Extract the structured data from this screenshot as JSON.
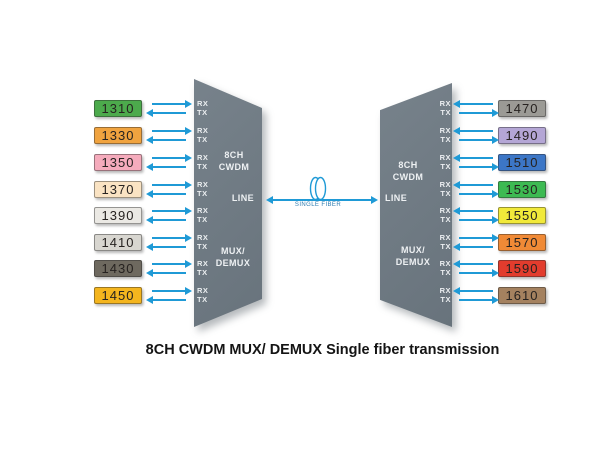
{
  "title": "8CH CWDM MUX/ DEMUX Single fiber transmission",
  "colors": {
    "arrow": "#1f9ad6",
    "device": "#6f7a82"
  },
  "device": {
    "title_line1": "8CH",
    "title_line2": "CWDM",
    "line_port": "LINE",
    "mux_line1": "MUX/",
    "mux_line2": "DEMUX"
  },
  "fiber": {
    "label": "SINGLE FIBER"
  },
  "ports": {
    "rx": "RX",
    "tx": "TX"
  },
  "left_channels": [
    {
      "wavelength": "1310",
      "color": "#4caa4c",
      "rx_dir": "right",
      "tx_dir": "left"
    },
    {
      "wavelength": "1330",
      "color": "#f0a33f",
      "rx_dir": "right",
      "tx_dir": "left"
    },
    {
      "wavelength": "1350",
      "color": "#f5abbc",
      "rx_dir": "right",
      "tx_dir": "left"
    },
    {
      "wavelength": "1370",
      "color": "#fae3c3",
      "rx_dir": "right",
      "tx_dir": "left"
    },
    {
      "wavelength": "1390",
      "color": "#ebe9e4",
      "rx_dir": "right",
      "tx_dir": "left"
    },
    {
      "wavelength": "1410",
      "color": "#d8d6d0",
      "rx_dir": "right",
      "tx_dir": "left"
    },
    {
      "wavelength": "1430",
      "color": "#6e695f",
      "rx_dir": "right",
      "tx_dir": "left"
    },
    {
      "wavelength": "1450",
      "color": "#f4b51e",
      "rx_dir": "right",
      "tx_dir": "left"
    }
  ],
  "right_channels": [
    {
      "wavelength": "1470",
      "color": "#9b9a95",
      "rx_dir": "left",
      "tx_dir": "right"
    },
    {
      "wavelength": "1490",
      "color": "#b4a6d5",
      "rx_dir": "left",
      "tx_dir": "right"
    },
    {
      "wavelength": "1510",
      "color": "#3c76c6",
      "rx_dir": "left",
      "tx_dir": "right"
    },
    {
      "wavelength": "1530",
      "color": "#3dba52",
      "rx_dir": "left",
      "tx_dir": "right"
    },
    {
      "wavelength": "1550",
      "color": "#f1e93a",
      "rx_dir": "left",
      "tx_dir": "right"
    },
    {
      "wavelength": "1570",
      "color": "#f08a36",
      "rx_dir": "right",
      "tx_dir": "left"
    },
    {
      "wavelength": "1590",
      "color": "#e23c2d",
      "rx_dir": "left",
      "tx_dir": "right"
    },
    {
      "wavelength": "1610",
      "color": "#a4815f",
      "rx_dir": "left",
      "tx_dir": "right"
    }
  ]
}
